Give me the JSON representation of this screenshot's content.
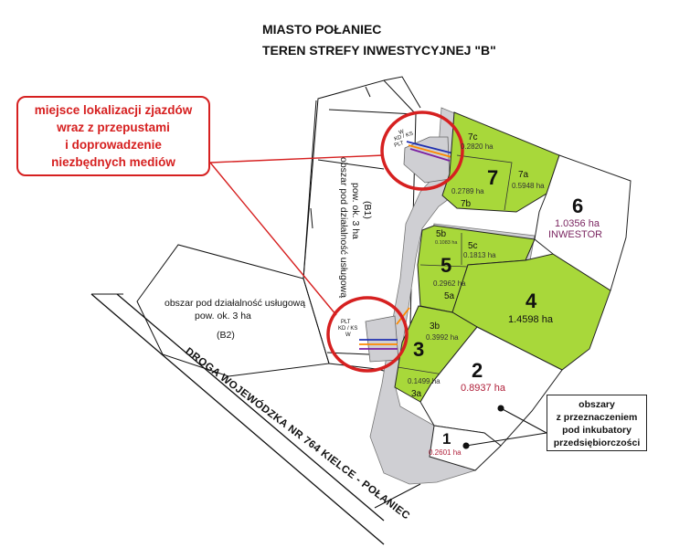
{
  "header": {
    "line1": "MIASTO POŁANIEC",
    "line2": "TEREN STREFY INWESTYCYJNEJ \"B\""
  },
  "callout": {
    "lines": [
      "miejsce lokalizacji zjazdów",
      "wraz z przepustami",
      "i doprowadzenie",
      "niezbędnych mediów"
    ]
  },
  "incubator_box": {
    "lines": [
      "obszary",
      "z przeznaczeniem",
      "pod inkubatory",
      "przedsiębiorczości"
    ]
  },
  "road": {
    "label": "DROGA WOJEWÓDZKA NR 764 KIELCE - POŁANIEC"
  },
  "service_areas": {
    "b1": {
      "line1": "obszar pod działalność usługową",
      "line2": "pow. ok. 3 ha",
      "code": "(B1)"
    },
    "b2": {
      "line1": "obszar pod działalność usługową",
      "line2": "pow. ok. 3 ha",
      "code": "(B2)"
    }
  },
  "utility_labels": {
    "top": [
      "W",
      "KD / KS",
      "PLT"
    ],
    "bottom": [
      "PLT",
      "KD / KS",
      "W"
    ]
  },
  "plots": {
    "p1": {
      "number": "1",
      "area": "0.2601 ha"
    },
    "p2": {
      "number": "2",
      "area": "0.8937 ha"
    },
    "p3": {
      "number": "3"
    },
    "p3a": {
      "id": "3a",
      "area": "0.1499 ha"
    },
    "p3b": {
      "id": "3b",
      "area": "0.3992 ha"
    },
    "p4": {
      "number": "4",
      "area": "1.4598 ha"
    },
    "p5": {
      "number": "5"
    },
    "p5a": {
      "id": "5a",
      "area": "0.2962 ha"
    },
    "p5b": {
      "id": "5b",
      "area": "0.1083 ha"
    },
    "p5c": {
      "id": "5c",
      "area": "0.1813 ha"
    },
    "p6": {
      "number": "6",
      "area": "1.0356 ha",
      "note": "INWESTOR"
    },
    "p7": {
      "number": "7"
    },
    "p7a": {
      "id": "7a",
      "area": "0.5948 ha"
    },
    "p7b": {
      "id": "7b",
      "area": "0.2789 ha"
    },
    "p7c": {
      "id": "7c",
      "area": "0.2820 ha"
    }
  },
  "colors": {
    "plot_green": "#a8d83a",
    "internal_road": "#cfcfd3",
    "highlight_red": "#d62020",
    "investor_purple": "#7a2560",
    "area_red": "#b0203a"
  }
}
